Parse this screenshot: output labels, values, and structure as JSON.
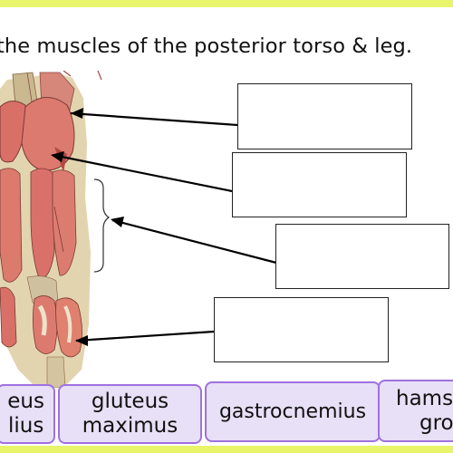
{
  "title": "the muscles of the posterior torso & leg.",
  "colors": {
    "frame": "#e8f56a",
    "tile_fill": "#e7e0f6",
    "tile_border": "#a070e0",
    "muscle": "#d9756a",
    "skin": "#e3d4b0"
  },
  "answer_boxes": [
    "",
    "",
    "",
    ""
  ],
  "tiles": [
    {
      "line1": "eus",
      "line2": "lius"
    },
    {
      "line1": "gluteus",
      "line2": "maximus"
    },
    {
      "line1": "gastrocnemius",
      "line2": ""
    },
    {
      "line1": "hams",
      "line2": "gro"
    }
  ]
}
